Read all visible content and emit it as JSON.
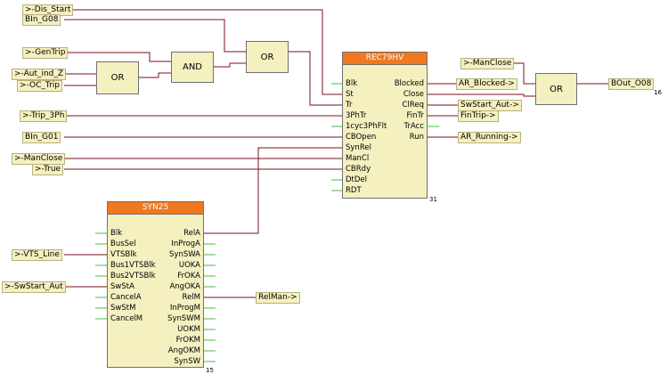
{
  "labels": {
    "dis_start": ">-Dis_Start",
    "bin_g08": "BIn_G08",
    "gentrip": ">-GenTrip",
    "aut_ind_z": ">-Aut_ind_Z",
    "oc_trip": ">-OC_Trip",
    "trip_3ph": ">-Trip_3Ph",
    "bin_g01": "BIn_G01",
    "manclose_in": ">-ManClose",
    "true_in": ">-True",
    "vts_line": ">-VTS_Line",
    "swstart_aut_in": ">-SwStart_Aut",
    "manclose_right": ">-ManClose",
    "ar_blocked": "AR_Blocked->",
    "swstart_aut_out": "SwStart_Aut->",
    "fintrip_out": "FinTrip->",
    "ar_running": "AR_Running->",
    "relman": "RelMan->",
    "bout_o08": "BOut_O08",
    "bout_num": "16"
  },
  "gates": {
    "or1": "OR",
    "and1": "AND",
    "or2": "OR",
    "or3": "OR"
  },
  "rec79hv": {
    "title": "REC79HV",
    "number": "31",
    "inputs": [
      "Blk",
      "St",
      "Tr",
      "3PhTr",
      "1cyc3PhFlt",
      "CBOpen",
      "SynRel",
      "ManCl",
      "CBRdy",
      "DtDel",
      "RDT"
    ],
    "outputs": [
      "Blocked",
      "Close",
      "ClReq",
      "FinTr",
      "TrAcc",
      "Run"
    ]
  },
  "syn25": {
    "title": "SYN25",
    "number": "15",
    "inputs": [
      "Blk",
      "BusSel",
      "VTSBlk",
      "Bus1VTSBlk",
      "Bus2VTSBlk",
      "SwStA",
      "CancelA",
      "SwStM",
      "CancelM"
    ],
    "outputs": [
      "RelA",
      "InProgA",
      "SynSWA",
      "UOKA",
      "FrOKA",
      "AngOKA",
      "RelM",
      "InProgM",
      "SynSWM",
      "UOKM",
      "FrOKM",
      "AngOKM",
      "SynSW"
    ]
  }
}
